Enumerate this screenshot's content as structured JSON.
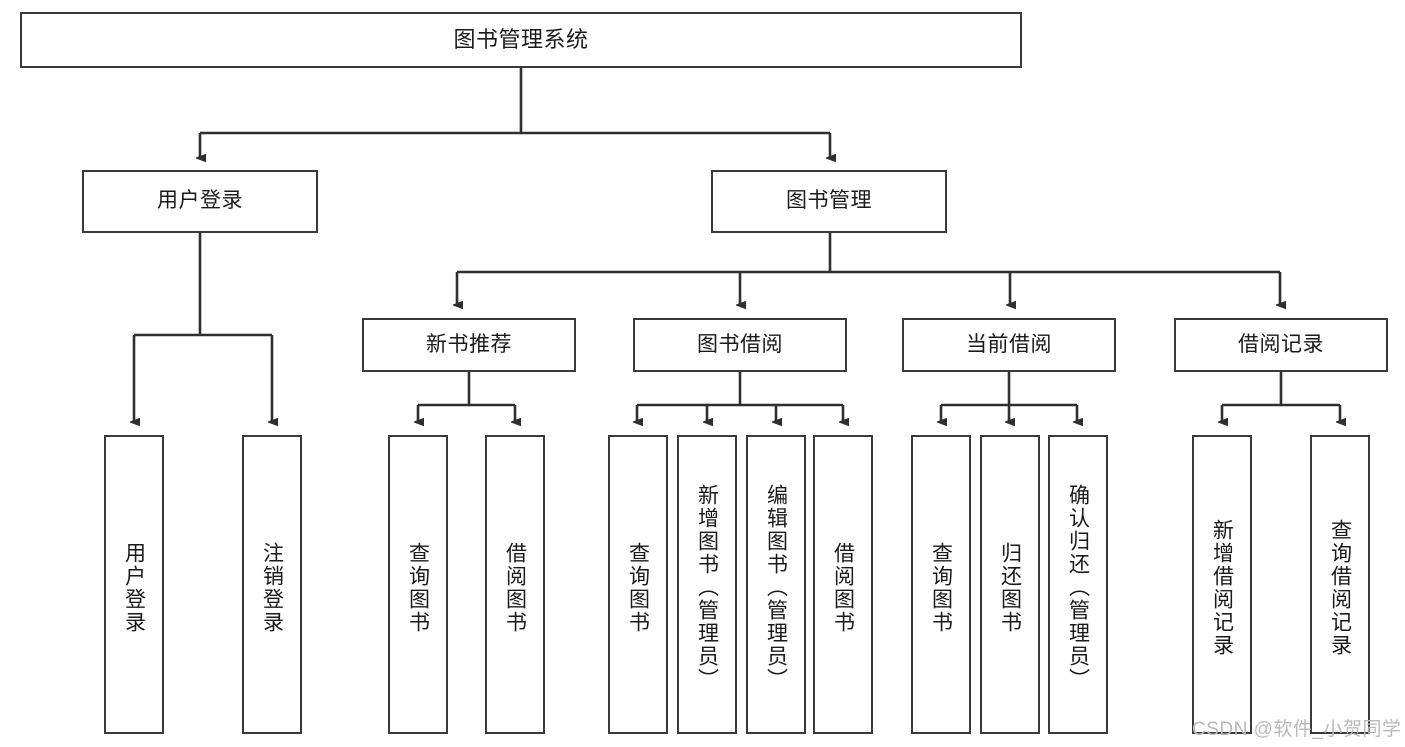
{
  "diagram": {
    "title": "图书管理系统",
    "type": "tree-hierarchy-diagram",
    "colors": {
      "box_border": "#3a3a3a",
      "box_fill": "#ffffff",
      "connector": "#2f2f2f",
      "text": "#1a1a1a",
      "watermark": "#b9b9b9"
    },
    "levels": {
      "root": {
        "label": "图书管理系统"
      },
      "level2": [
        {
          "label": "用户登录"
        },
        {
          "label": "图书管理"
        }
      ],
      "level3": [
        {
          "label": "新书推荐"
        },
        {
          "label": "图书借阅"
        },
        {
          "label": "当前借阅"
        },
        {
          "label": "借阅记录"
        }
      ],
      "leaves": {
        "user_login": [
          {
            "label": "用户登录"
          },
          {
            "label": "注销登录"
          }
        ],
        "new_book_recommend": [
          {
            "label": "查询图书"
          },
          {
            "label": "借阅图书"
          }
        ],
        "book_borrow": [
          {
            "label": "查询图书"
          },
          {
            "label": "新增图书（管理员）"
          },
          {
            "label": "编辑图书（管理员）"
          },
          {
            "label": "借阅图书"
          }
        ],
        "current_borrow": [
          {
            "label": "查询图书"
          },
          {
            "label": "归还图书"
          },
          {
            "label": "确认归还（管理员）"
          }
        ],
        "borrow_record": [
          {
            "label": "新增借阅记录"
          },
          {
            "label": "查询借阅记录"
          }
        ]
      }
    },
    "watermark": "CSDN @软件_小贺同学"
  }
}
